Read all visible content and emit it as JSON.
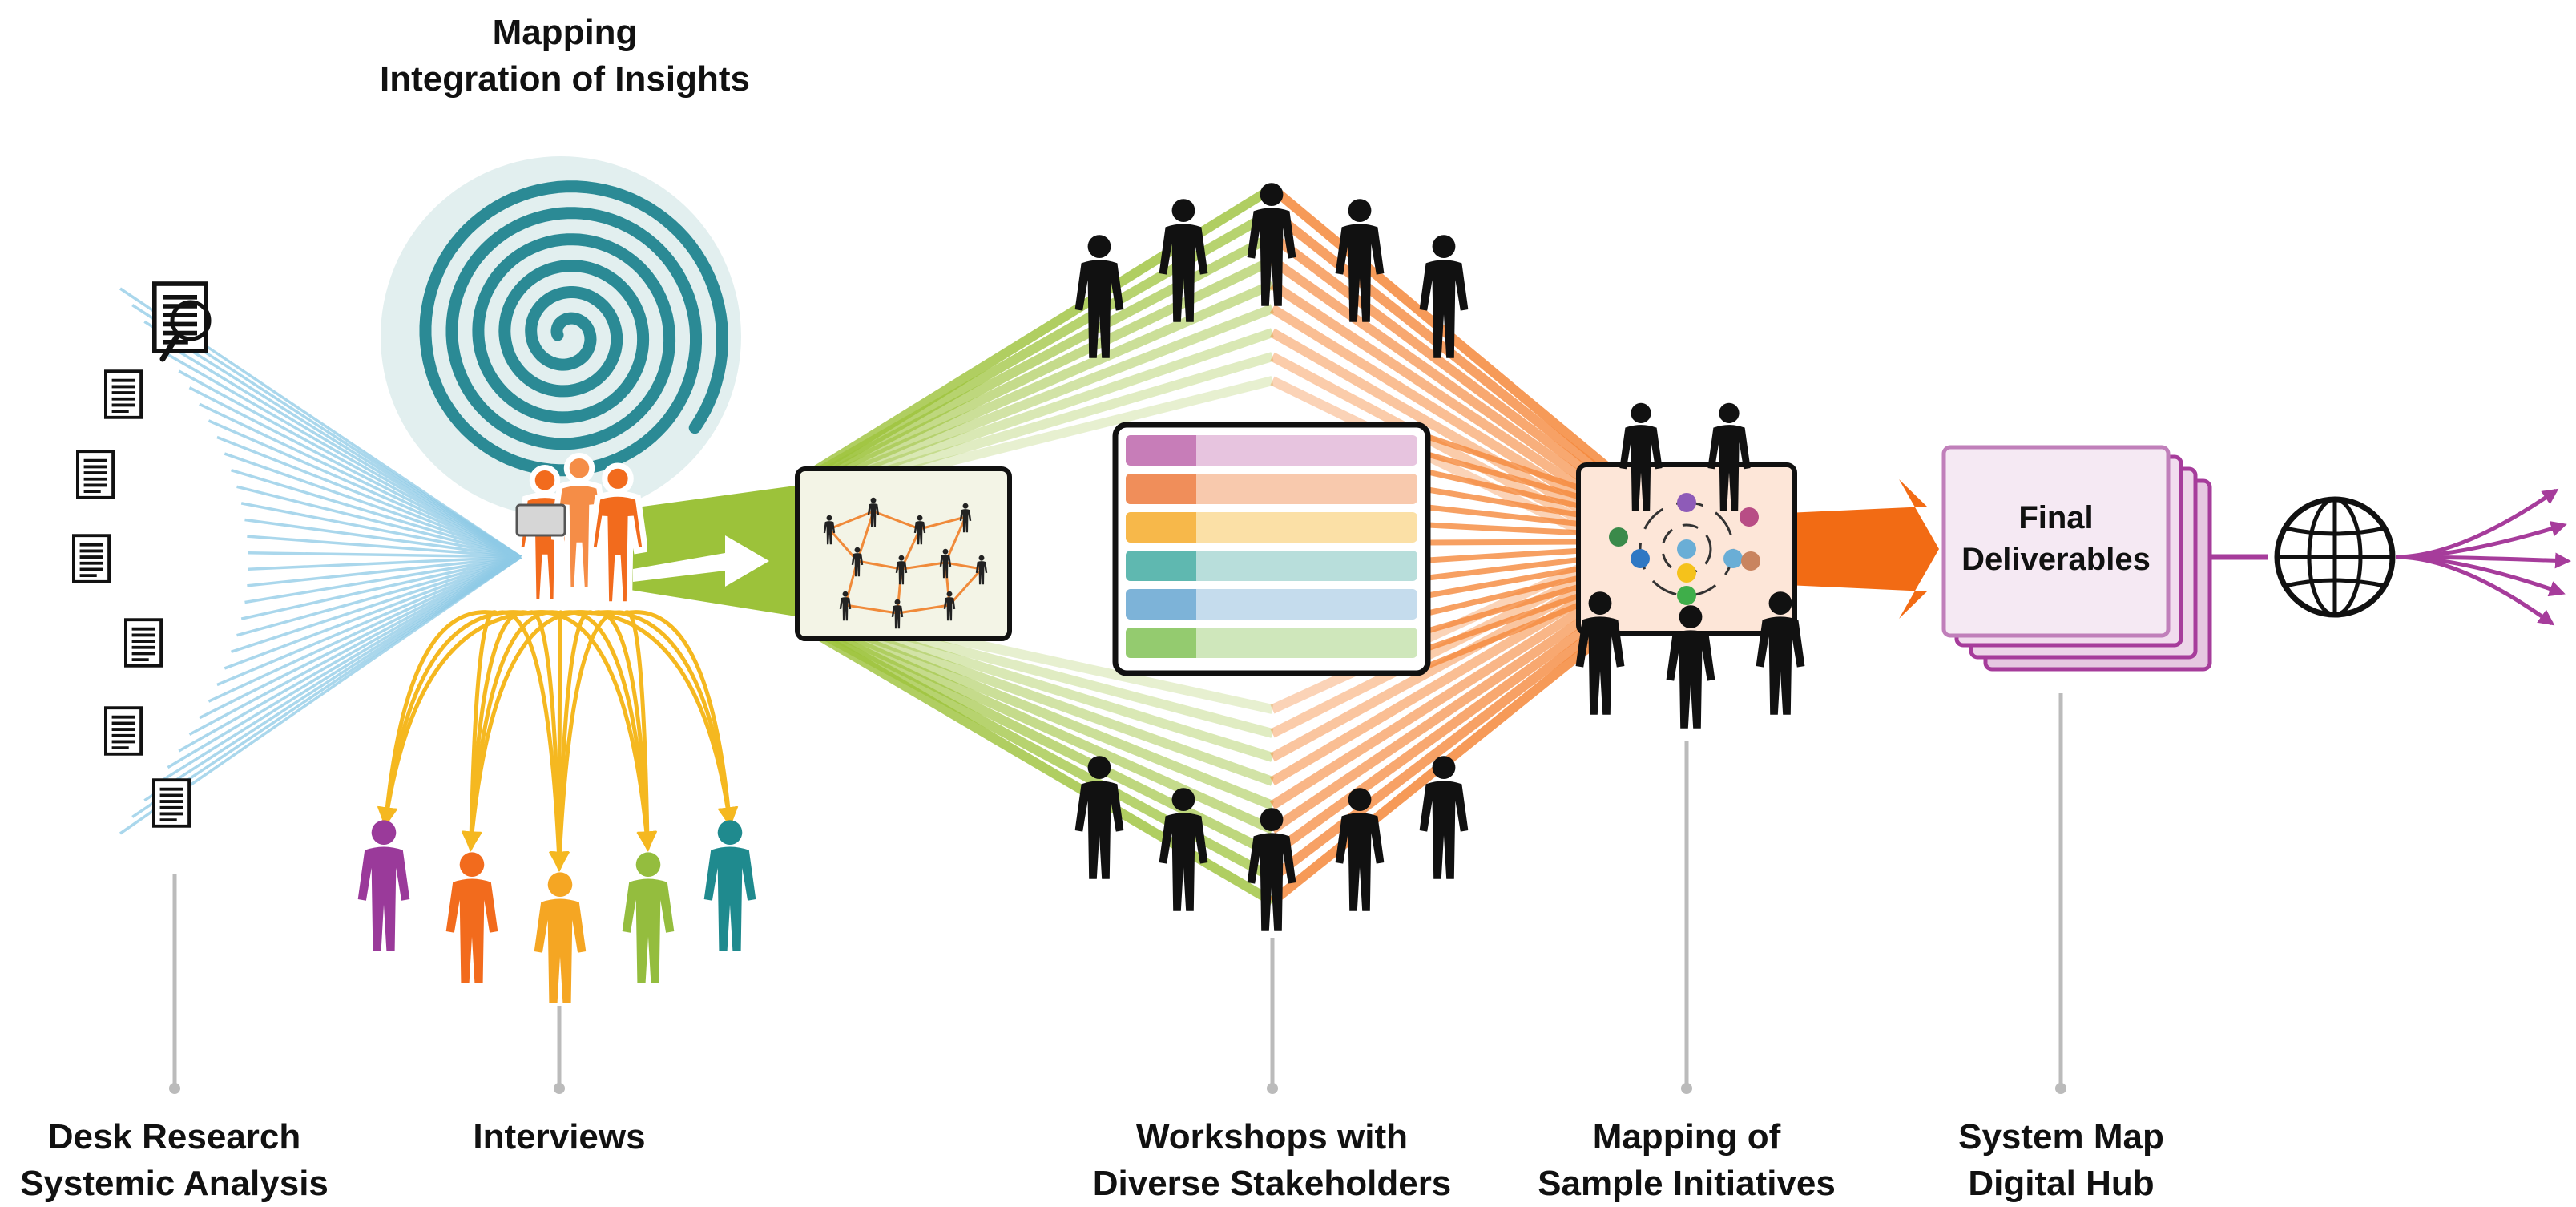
{
  "title": {
    "line1": "Mapping",
    "line2": "Integration of Insights"
  },
  "stages": [
    {
      "id": "desk",
      "line1": "Desk Research",
      "line2": "Systemic Analysis"
    },
    {
      "id": "interviews",
      "line1": "Interviews",
      "line2": ""
    },
    {
      "id": "workshops",
      "line1": "Workshops with",
      "line2": "Diverse Stakeholders"
    },
    {
      "id": "initiatives",
      "line1": "Mapping of",
      "line2": "Sample Initiatives"
    },
    {
      "id": "hub",
      "line1": "System Map",
      "line2": "Digital Hub"
    }
  ],
  "deliverables": {
    "line1": "Final",
    "line2": "Deliverables"
  },
  "colors": {
    "document": "#111111",
    "research_rays": "#8ec9e6",
    "spiral": "#2b8a95",
    "spiral_bg": "#e2efef",
    "interview_team": "#f26b1d",
    "interview_arcs": "#f5b820",
    "workshop_green": "#9cc23a",
    "workshop_orange": "#f5883b",
    "stakeholder": "#111111",
    "final_arrow": "#f26b14",
    "deliverables": "#a63c9b",
    "deliverables_fill": "#f3e6f1",
    "guide_line": "#bbbbbb"
  },
  "interviewee_colors": [
    "#9a3a9a",
    "#f26b1d",
    "#f5a623",
    "#94bd3e",
    "#1f8a8e"
  ],
  "table_rows": [
    {
      "header": "#c77db8",
      "body": "#e7c4df"
    },
    {
      "header": "#f08e5a",
      "body": "#f8c9ad"
    },
    {
      "header": "#f7b84a",
      "body": "#fbe0a6"
    },
    {
      "header": "#5fb8b0",
      "body": "#b8dedb"
    },
    {
      "header": "#7db3d8",
      "body": "#c5dced"
    },
    {
      "header": "#94cb6f",
      "body": "#cfe7bb"
    }
  ],
  "icons": {
    "document": "document-icon",
    "magnifier": "magnifier-icon",
    "spiral": "spiral-icon",
    "person": "person-icon",
    "network": "network-map-icon",
    "table": "table-icon",
    "cycle": "cycle-map-icon",
    "globe": "globe-icon",
    "arrow": "arrow-icon"
  }
}
